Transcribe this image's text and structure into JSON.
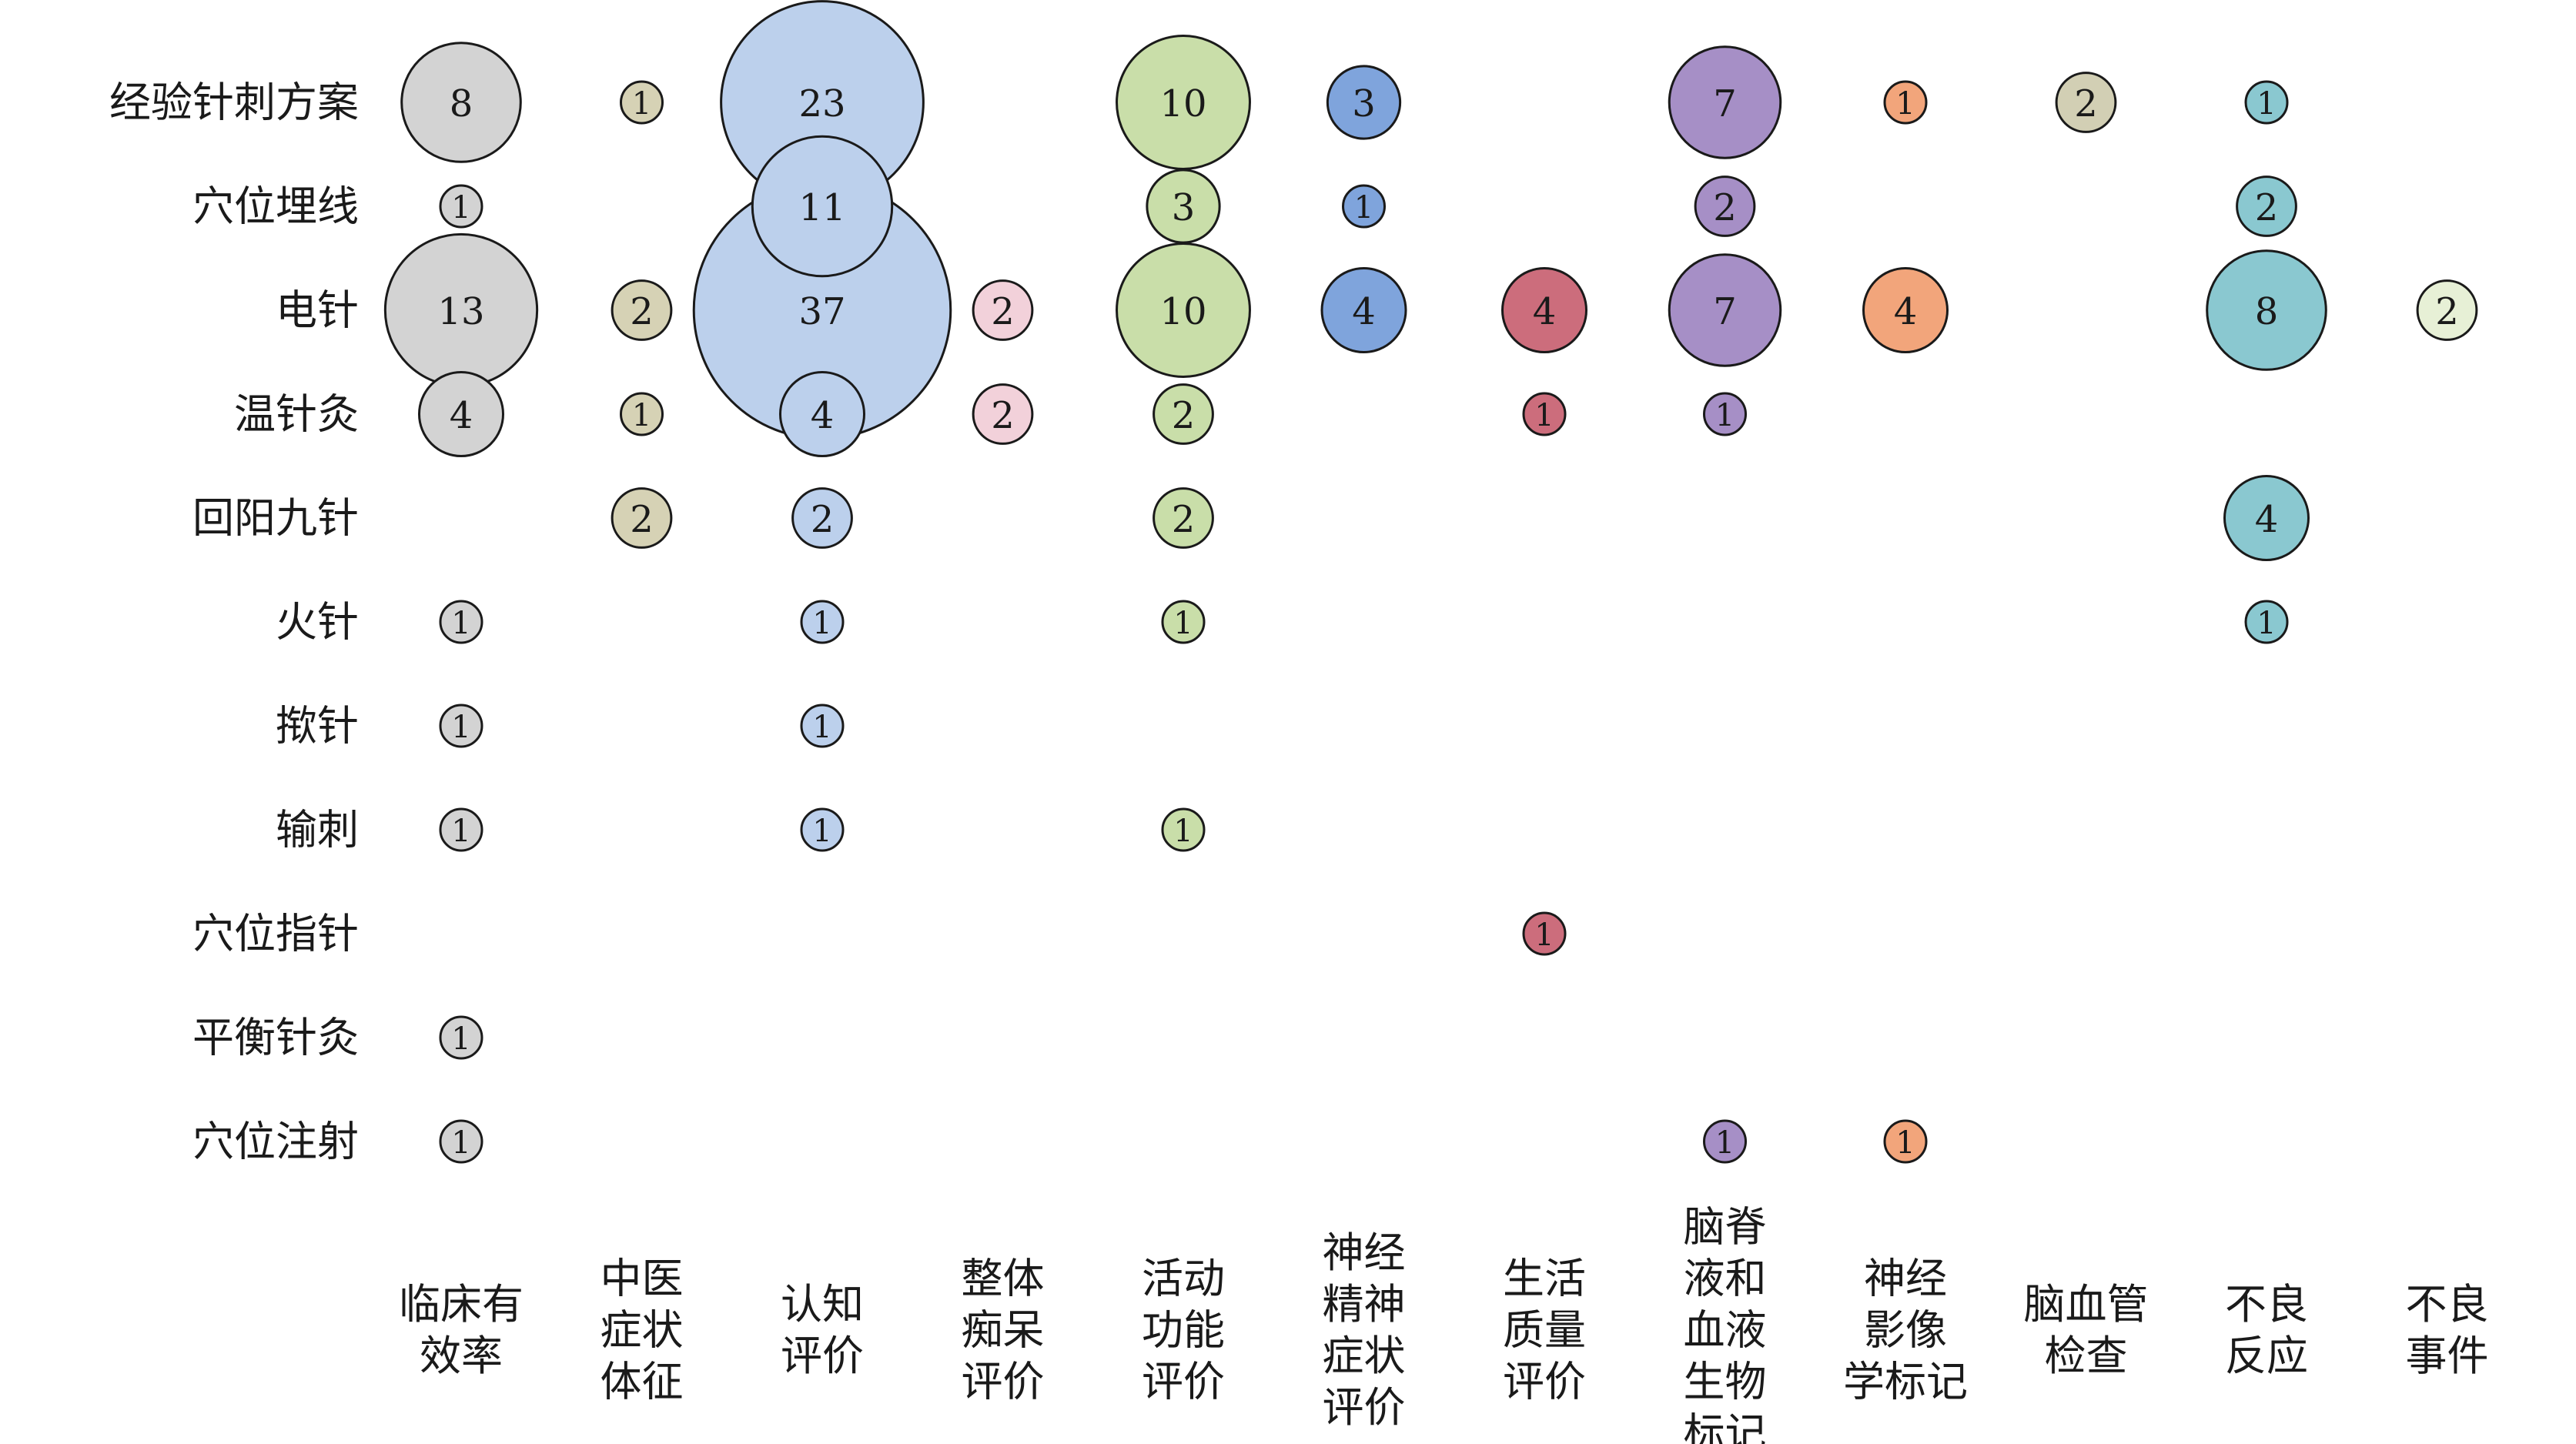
{
  "chart_data": {
    "type": "bubble-matrix",
    "rows": [
      "经验针刺方案",
      "穴位埋线",
      "电针",
      "温针灸",
      "回阳九针",
      "火针",
      "揿针",
      "输刺",
      "穴位指针",
      "平衡针灸",
      "穴位注射"
    ],
    "columns": [
      {
        "label": "临床有效率",
        "lines": [
          "临床有",
          "效率"
        ],
        "color": "#d3d3d3"
      },
      {
        "label": "中医症状体征",
        "lines": [
          "中医",
          "症状",
          "体征"
        ],
        "color": "#d6d2b5"
      },
      {
        "label": "认知评价",
        "lines": [
          "认知",
          "评价"
        ],
        "color": "#bcd0ec"
      },
      {
        "label": "整体痴呆评价",
        "lines": [
          "整体",
          "痴呆",
          "评价"
        ],
        "color": "#f2d1da"
      },
      {
        "label": "活动功能评价",
        "lines": [
          "活动",
          "功能",
          "评价"
        ],
        "color": "#c9dea9"
      },
      {
        "label": "神经精神症状评价",
        "lines": [
          "神经",
          "精神",
          "症状",
          "评价"
        ],
        "color": "#7fa4dc"
      },
      {
        "label": "生活质量评价",
        "lines": [
          "生活",
          "质量",
          "评价"
        ],
        "color": "#cc6d7c"
      },
      {
        "label": "脑脊液和血液生物标记",
        "lines": [
          "脑脊",
          "液和",
          "血液",
          "生物",
          "标记"
        ],
        "color": "#a68fc6"
      },
      {
        "label": "神经影像学标记",
        "lines": [
          "神经",
          "影像",
          "学标记"
        ],
        "color": "#f2a57b"
      },
      {
        "label": "脑血管检查",
        "lines": [
          "脑血管",
          "检查"
        ],
        "color": "#d2cfb4"
      },
      {
        "label": "不良反应",
        "lines": [
          "不良",
          "反应"
        ],
        "color": "#8ac8d0"
      },
      {
        "label": "不良事件",
        "lines": [
          "不良",
          "事件"
        ],
        "color": "#e7f0d6"
      }
    ],
    "values": [
      [
        8,
        1,
        23,
        null,
        10,
        3,
        null,
        7,
        1,
        2,
        1,
        null
      ],
      [
        1,
        null,
        11,
        null,
        3,
        1,
        null,
        2,
        null,
        null,
        2,
        null
      ],
      [
        13,
        2,
        37,
        2,
        10,
        4,
        4,
        7,
        4,
        null,
        8,
        2
      ],
      [
        4,
        1,
        4,
        2,
        2,
        null,
        1,
        1,
        null,
        null,
        null,
        null
      ],
      [
        null,
        2,
        2,
        null,
        2,
        null,
        null,
        null,
        null,
        null,
        4,
        null
      ],
      [
        1,
        null,
        1,
        null,
        1,
        null,
        null,
        null,
        null,
        null,
        1,
        null
      ],
      [
        1,
        null,
        1,
        null,
        null,
        null,
        null,
        null,
        null,
        null,
        null,
        null
      ],
      [
        1,
        null,
        1,
        null,
        1,
        null,
        null,
        null,
        null,
        null,
        null,
        null
      ],
      [
        null,
        null,
        null,
        null,
        null,
        null,
        1,
        null,
        null,
        null,
        null,
        null
      ],
      [
        1,
        null,
        null,
        null,
        null,
        null,
        null,
        null,
        null,
        null,
        null,
        null
      ],
      [
        1,
        null,
        null,
        null,
        null,
        null,
        null,
        1,
        1,
        null,
        null,
        null
      ]
    ]
  }
}
